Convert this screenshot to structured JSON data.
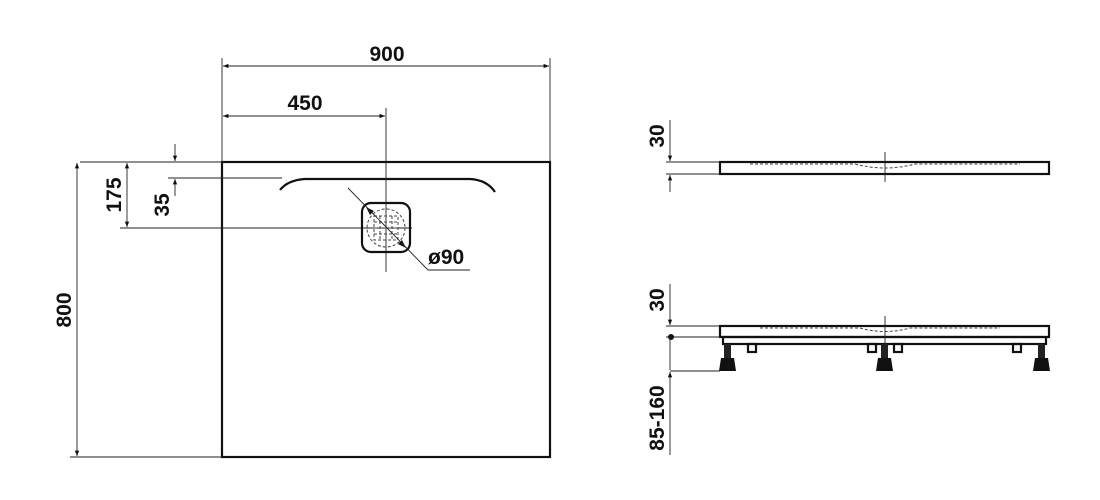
{
  "plan_view": {
    "width_label": "900",
    "half_width_label": "450",
    "depth_label": "800",
    "drain_offset_label": "175",
    "rim_offset_label": "35",
    "drain_diameter_label": "ø90"
  },
  "side_view_tray": {
    "thickness_label": "30"
  },
  "side_view_with_feet": {
    "thickness_label": "30",
    "feet_height_label": "85-160"
  },
  "colors": {
    "line": "#111111",
    "background": "#ffffff"
  }
}
